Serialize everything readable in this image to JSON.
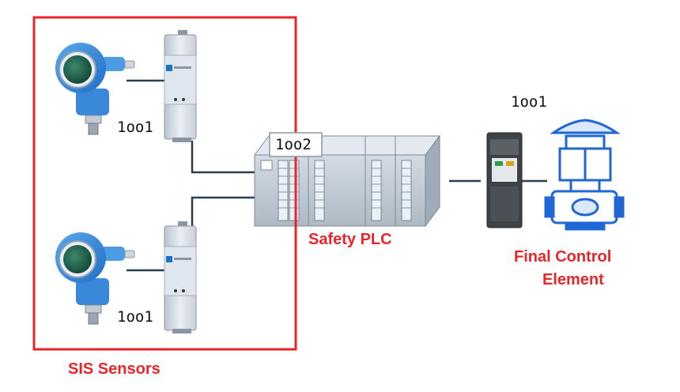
{
  "labels": {
    "sensor_top_arch": "1oo1",
    "sensor_bottom_arch": "1oo1",
    "plc_arch": "1oo2",
    "final_arch": "1oo1",
    "sensors_title": "SIS Sensors",
    "plc_title": "Safety PLC",
    "final_title_line1": "Final Control",
    "final_title_line2": "Element"
  },
  "colors": {
    "accent_red": "#e8262a",
    "transmitter_blue": "#2a7fd4",
    "valve_blue": "#1f67d2",
    "plc_gray": "#c3ccd6",
    "wire": "#2a3f4f"
  }
}
